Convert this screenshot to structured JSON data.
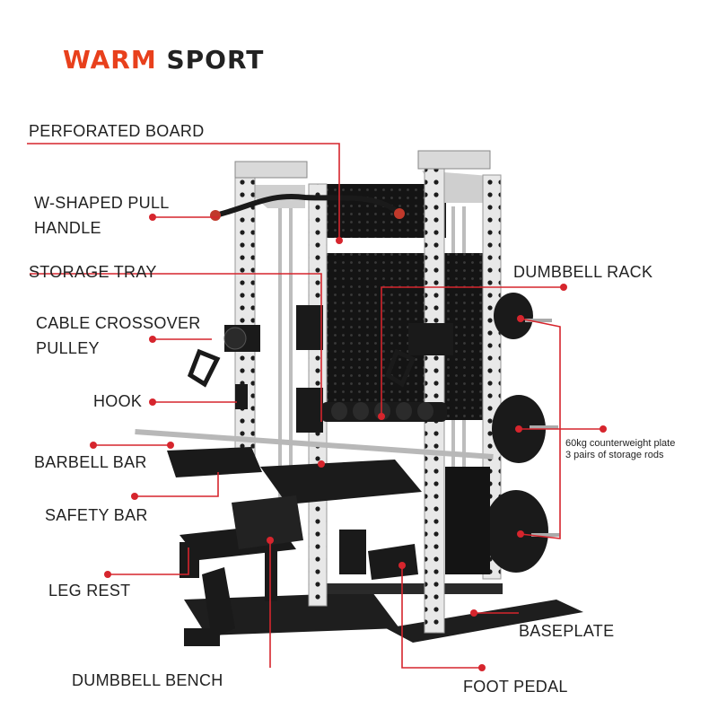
{
  "brand": {
    "part1": "WARM",
    "part2": "SPORT"
  },
  "labels": {
    "perforated_board": "PERFORATED BOARD",
    "w_pull_1": "W-SHAPED PULL",
    "w_pull_2": "HANDLE",
    "storage_tray": "STORAGE TRAY",
    "dumbbell_rack": "DUMBBELL RACK",
    "cable_1": "CABLE CROSSOVER",
    "cable_2": "PULLEY",
    "hook": "HOOK",
    "barbell_bar": "BARBELL BAR",
    "safety_bar": "SAFETY BAR",
    "leg_rest": "LEG REST",
    "baseplate": "BASEPLATE",
    "dumbbell_bench": "DUMBBELL BENCH",
    "foot_pedal": "FOOT PEDAL"
  },
  "note": {
    "line1": "60kg counterweight plate",
    "line2": "3 pairs of storage rods"
  },
  "colors": {
    "callout": "#d6252d",
    "logo_accent": "#e8401c",
    "frame": "#e6e6e6",
    "steel": "#1a1a1a"
  }
}
